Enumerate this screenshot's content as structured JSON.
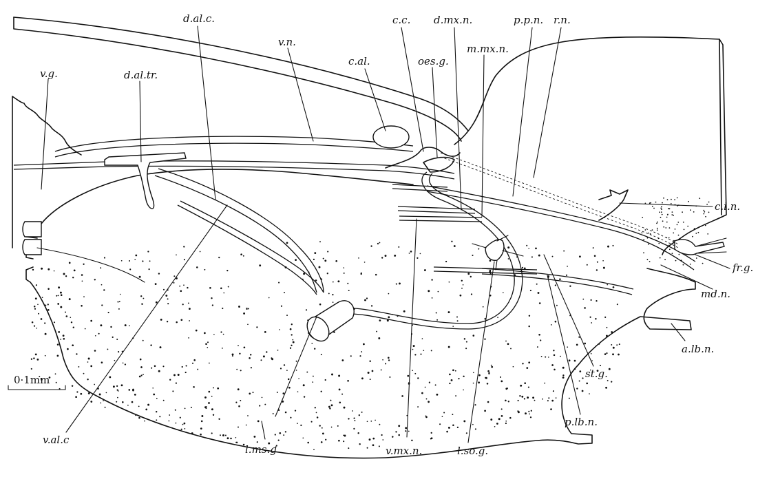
{
  "labels": {
    "v_g": "v.g.",
    "d_al_tr": "d.al.tr.",
    "d_al_c": "d.al.c.",
    "v_n": "v.n.",
    "c_al": "c.al.",
    "c_c": "c.c.",
    "oes_g": "oes.g.",
    "d_mx_n": "d.mx.n.",
    "m_mx_n": "m.mx.n.",
    "p_p_n": "p.p.n.",
    "r_n": "r.n.",
    "c_i_n": "c.i.n.",
    "fr_g": "fr.g.",
    "md_n": "md.n.",
    "a_lb_n": "a.lb.n.",
    "st_g": "st.g.",
    "p_lb_n": "p.lb.n.",
    "l_so_g": "l.so.g.",
    "v_mx_n": "v.mx.n.",
    "l_ms_g": "l.ms.g",
    "v_al_c": "v.al.c"
  },
  "scale_bar": {
    "label": "0·1mm"
  }
}
